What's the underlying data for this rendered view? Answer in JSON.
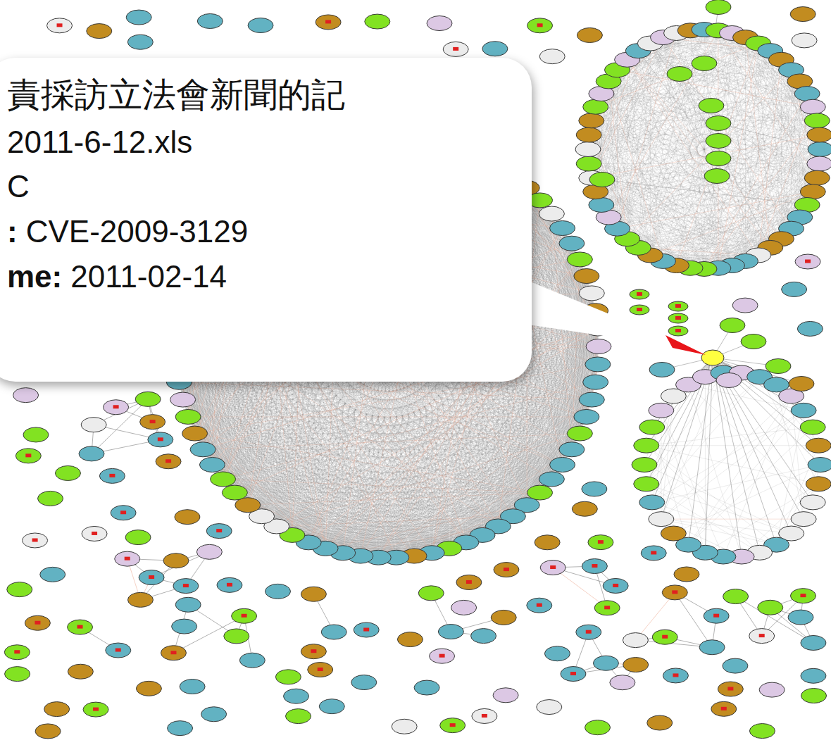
{
  "diagram": {
    "nodes": [
      {
        "text": [
          "責採訪立法會新聞的記",
          "2011-6-12.xls",
          "C",
          ":",
          "CVE-2009-3129",
          "me:",
          "2011-02-14"
        ]
      }
    ]
  }
}
